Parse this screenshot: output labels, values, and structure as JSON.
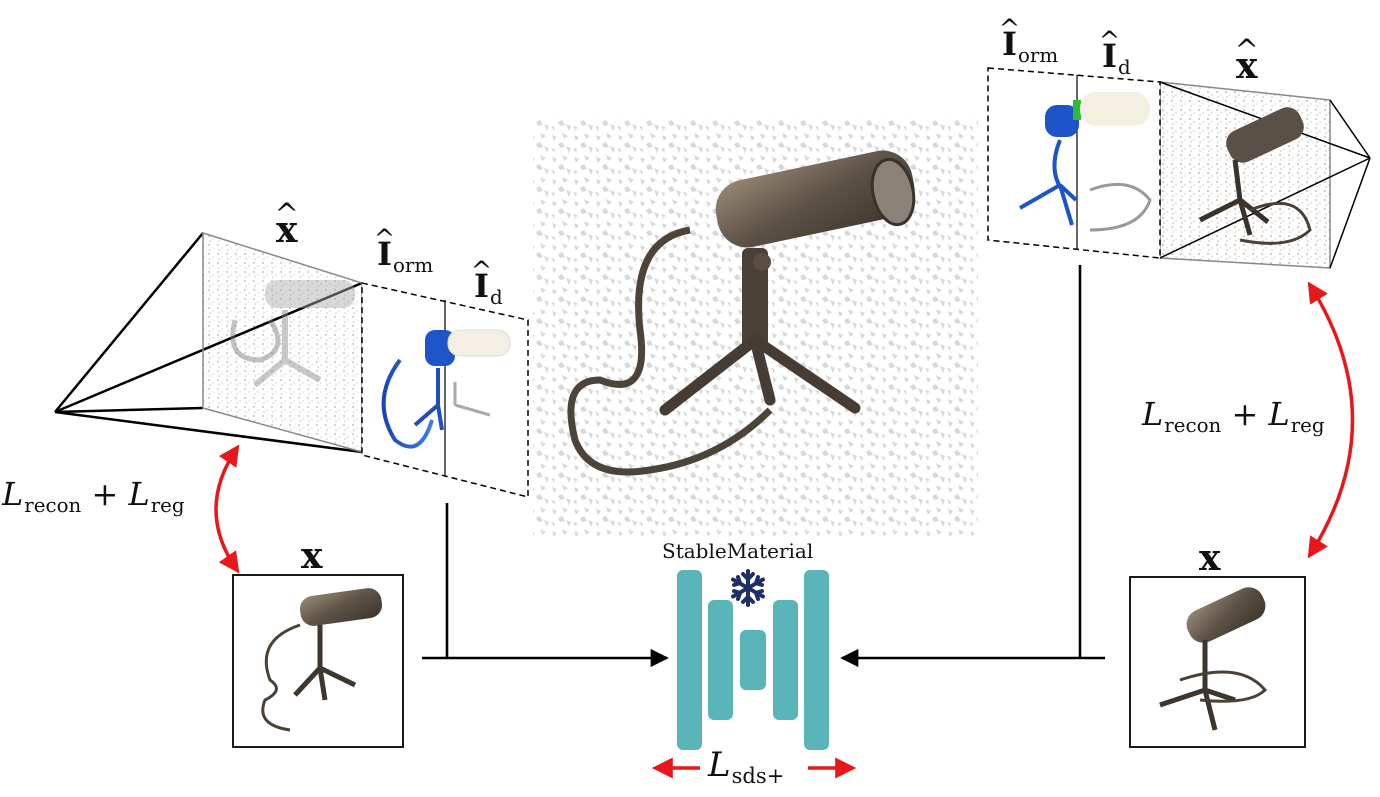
{
  "labels": {
    "left_xhat": "x",
    "left_iorm_base": "I",
    "left_iorm_sub": "orm",
    "left_id_base": "I",
    "left_id_sub": "d",
    "left_loss_recon_base": "L",
    "left_loss_recon_sub": "recon",
    "left_loss_plus": " + ",
    "left_loss_reg_base": "L",
    "left_loss_reg_sub": "reg",
    "left_x": "x",
    "right_iorm_base": "I",
    "right_iorm_sub": "orm",
    "right_id_base": "I",
    "right_id_sub": "d",
    "right_xhat": "x",
    "right_loss_recon_base": "L",
    "right_loss_recon_sub": "recon",
    "right_loss_plus": " + ",
    "right_loss_reg_base": "L",
    "right_loss_reg_sub": "reg",
    "right_x": "x",
    "model_name": "StableMaterial",
    "sds_base": "L",
    "sds_sub": "sds+"
  },
  "icons": {
    "snowflake": "snowflake-icon",
    "microphone": "microphone-illustration"
  },
  "colors": {
    "unet_teal": "#5ab5b8",
    "arrow_red": "#e8171b",
    "snowflake_navy": "#1f2d6b",
    "ink": "#000000",
    "mic_metal": "#6b5f52",
    "orm_blue": "#1d55c8"
  }
}
